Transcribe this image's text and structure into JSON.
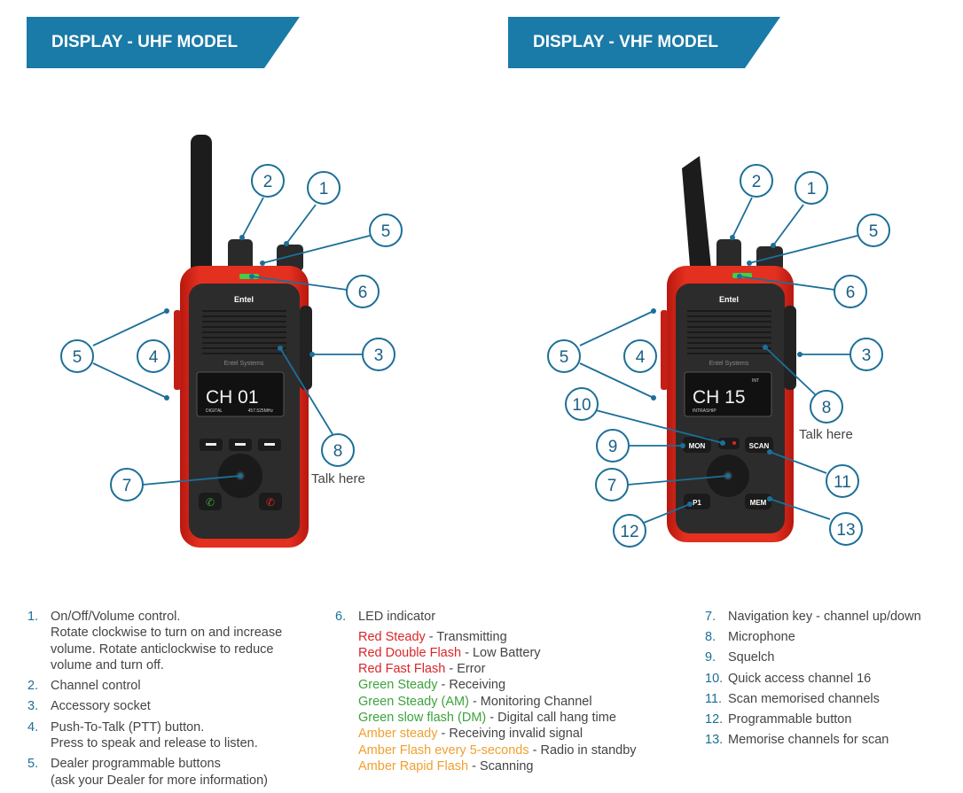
{
  "banners": {
    "uhf": "DISPLAY - UHF MODEL",
    "vhf": "DISPLAY - VHF MODEL"
  },
  "uhf_radio": {
    "brand": "Entel",
    "screen_channel": "CH 01",
    "screen_mode": "DIGITAL",
    "screen_freq": "457.525MHz",
    "speaker_label": "Entel Systems"
  },
  "vhf_radio": {
    "brand": "Entel",
    "screen_channel": "CH 15",
    "screen_mode": "INTRASHIP",
    "screen_int": "INT",
    "speaker_label": "Entel Systems",
    "btn_mon": "MON",
    "btn_scan": "SCAN",
    "btn_p1": "P1",
    "btn_mem": "MEM"
  },
  "callouts": {
    "uhf": [
      "2",
      "1",
      "5",
      "6",
      "5",
      "4",
      "3",
      "8",
      "7"
    ],
    "vhf": [
      "2",
      "1",
      "5",
      "6",
      "5",
      "4",
      "3",
      "10",
      "8",
      "9",
      "11",
      "7",
      "12",
      "13"
    ]
  },
  "talk_here": "Talk here",
  "legend": {
    "col1": [
      {
        "num": "1.",
        "lines": [
          "On/Off/Volume control.",
          "Rotate clockwise to turn on and increase",
          "volume. Rotate anticlockwise to reduce",
          "volume and turn off."
        ]
      },
      {
        "num": "2.",
        "lines": [
          "Channel control"
        ]
      },
      {
        "num": "3.",
        "lines": [
          "Accessory socket"
        ]
      },
      {
        "num": "4.",
        "lines": [
          "Push-To-Talk (PTT) button.",
          "Press to speak and release to listen."
        ]
      },
      {
        "num": "5.",
        "lines": [
          "Dealer programmable buttons",
          "(ask your Dealer for more information)"
        ]
      }
    ],
    "led": {
      "num": "6.",
      "title": "LED indicator",
      "items": [
        {
          "color": "red",
          "state": "Red Steady",
          "desc": " - Transmitting"
        },
        {
          "color": "red",
          "state": "Red Double Flash",
          "desc": " - Low Battery"
        },
        {
          "color": "red",
          "state": "Red Fast Flash",
          "desc": " - Error"
        },
        {
          "color": "green",
          "state": "Green Steady",
          "desc": " - Receiving"
        },
        {
          "color": "green",
          "state": "Green Steady (AM)",
          "desc": " - Monitoring Channel"
        },
        {
          "color": "green",
          "state": "Green slow flash (DM)",
          "desc": " - Digital call hang time"
        },
        {
          "color": "amber",
          "state": "Amber steady",
          "desc": " - Receiving invalid signal"
        },
        {
          "color": "amber",
          "state": "Amber Flash every 5-seconds",
          "desc": " - Radio in standby"
        },
        {
          "color": "amber",
          "state": "Amber Rapid Flash",
          "desc": " - Scanning"
        }
      ]
    },
    "col3": [
      {
        "num": "7.",
        "text": "Navigation key - channel up/down"
      },
      {
        "num": "8.",
        "text": "Microphone"
      },
      {
        "num": "9.",
        "text": "Squelch"
      },
      {
        "num": "10.",
        "text": "Quick access channel 16"
      },
      {
        "num": "11.",
        "text": "Scan memorised channels"
      },
      {
        "num": "12.",
        "text": "Programmable button"
      },
      {
        "num": "13.",
        "text": "Memorise channels for scan"
      }
    ]
  },
  "colors": {
    "banner": "#1a7aa8",
    "callout": "#1c6f98",
    "red": "#d9262a",
    "green": "#3ca33c",
    "amber": "#f0a030",
    "radio_body": "#e0281e"
  }
}
